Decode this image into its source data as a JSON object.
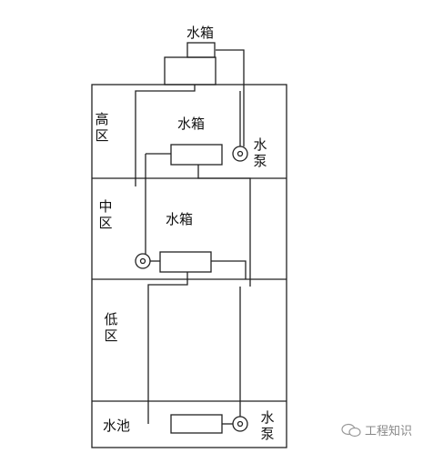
{
  "diagram": {
    "top_tank_label": "水箱",
    "zones": [
      {
        "label": "高区",
        "tank_label": "水箱",
        "pump_label": "水泵"
      },
      {
        "label": "中区",
        "tank_label": "水箱"
      },
      {
        "label": "低区"
      },
      {
        "label": "水池",
        "pump_label": "水泵"
      }
    ]
  },
  "watermark": {
    "text": "工程知识"
  }
}
